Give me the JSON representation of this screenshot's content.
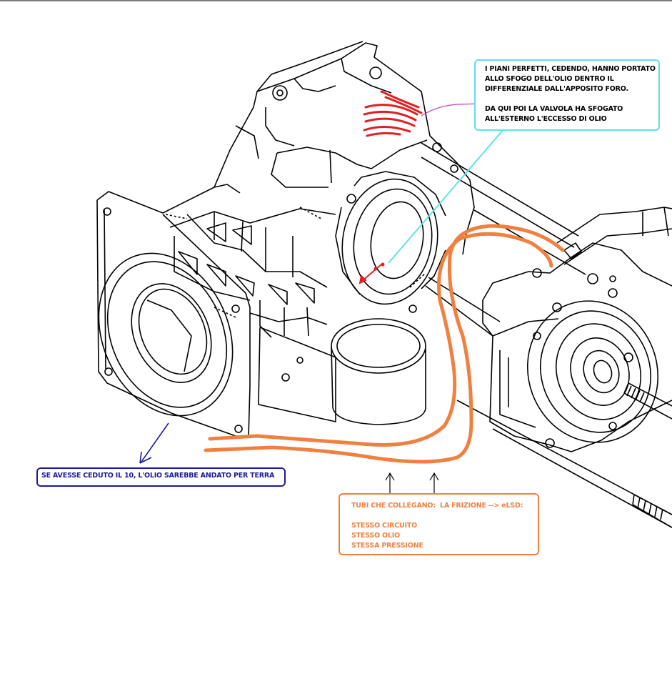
{
  "colors": {
    "drawing": "#000000",
    "hoses": "#f08040",
    "note_top_border": "#60e0e8",
    "note_left": "#1a1a9c",
    "leak_marks": "#e02020",
    "pointer_magenta": "#c040c0"
  },
  "notes": {
    "top": {
      "lines": [
        "I PIANI PERFETTI, CEDENDO, HANNO PORTATO",
        "ALLO SFOGO DELL'OLIO DENTRO IL",
        "DIFFERENZIALE DALL'APPOSITO FORO.",
        "",
        "DA QUI POI LA VALVOLA HA SFOGATO",
        "ALL'ESTERNO L'ECCESSO DI OLIO"
      ]
    },
    "left": {
      "text": "SE AVESSE CEDUTO IL 10, L'OLIO SAREBBE ANDATO PER TERRA"
    },
    "bottom": {
      "lines": [
        "TUBI CHE COLLEGANO:  LA FRIZIONE --> eLSD:",
        "",
        "STESSO CIRCUITO",
        "STESSO OLIO",
        "STESSA PRESSIONE"
      ]
    }
  }
}
